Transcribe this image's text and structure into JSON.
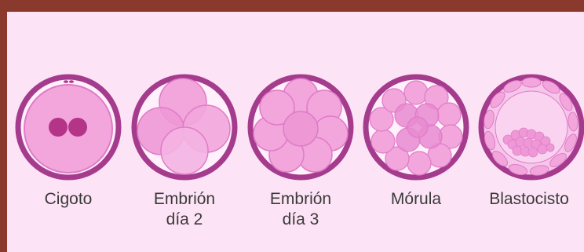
{
  "colors": {
    "frame": "#8a3a2c",
    "background": "#fde3f6",
    "membrane": "#a53b8d",
    "cell": "#f2a6dc",
    "cell_dark": "#e88bd0",
    "nucleus": "#b43487",
    "text": "#3a3a3a"
  },
  "stages": [
    {
      "label_line1": "Cigoto",
      "label_line2": "",
      "icon": "zygote-icon"
    },
    {
      "label_line1": "Embrión",
      "label_line2": "día 2",
      "icon": "two-cell-embryo-icon"
    },
    {
      "label_line1": "Embrión",
      "label_line2": "día 3",
      "icon": "eight-cell-embryo-icon"
    },
    {
      "label_line1": "Mórula",
      "label_line2": "",
      "icon": "morula-icon"
    },
    {
      "label_line1": "Blastocisto",
      "label_line2": "",
      "icon": "blastocyst-icon"
    }
  ]
}
